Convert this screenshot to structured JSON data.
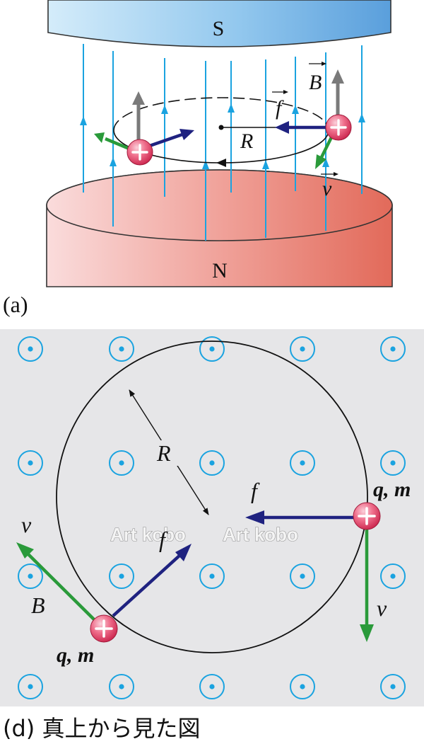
{
  "panel_a": {
    "caption": "(a)",
    "pole_top": "S",
    "pole_bottom": "N",
    "vec_B": "B",
    "vec_f": "f",
    "vec_v": "v",
    "radius": "R"
  },
  "panel_d": {
    "caption": "(d) 真上から見た図",
    "radius": "R",
    "force": "f",
    "force_left": "f",
    "velocity_left": "v",
    "velocity_right": "v",
    "field": "B",
    "charge_left": "q, m",
    "charge_right": "q, m",
    "watermark_1": "Art kobo",
    "watermark_2": "Art kobo"
  },
  "colors": {
    "field_line": "#1aa3e0",
    "force_arrow": "#1f2280",
    "velocity_arrow": "#2a9a3a",
    "field_arrow": "#7a7a7a",
    "charge": "#e2305c",
    "panel_background": "#e6e6e8"
  }
}
